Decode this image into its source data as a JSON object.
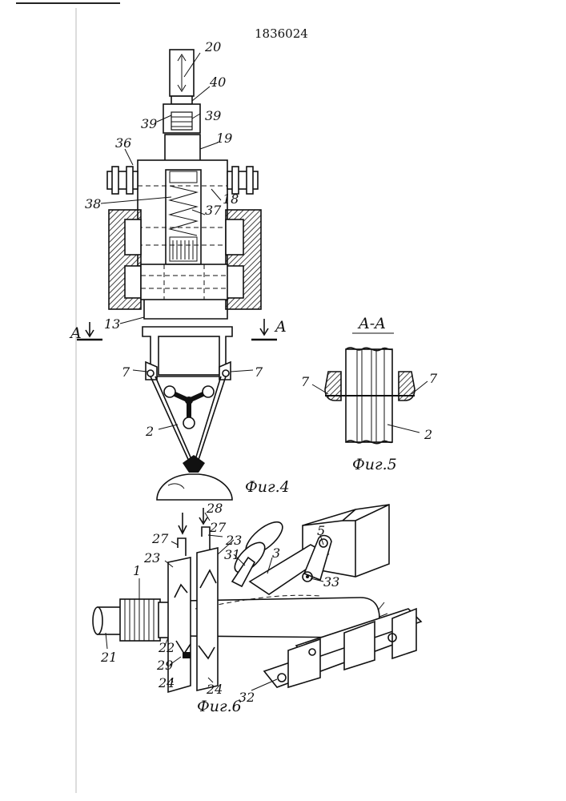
{
  "patent_number": "1836024",
  "fig4": {
    "caption": "Фиг.4",
    "labels": {
      "l20": "20",
      "l40": "40",
      "l39a": "39",
      "l39b": "39",
      "l19": "19",
      "l36": "36",
      "l18": "18",
      "l38": "38",
      "l37": "37",
      "l13": "13",
      "l7a": "7",
      "l7b": "7",
      "l2": "2"
    },
    "section_mark_left": "A",
    "section_mark_right": "A"
  },
  "fig5": {
    "caption": "Фиг.5",
    "section_title": "A-A",
    "labels": {
      "l7a": "7",
      "l7b": "7",
      "l2": "2"
    }
  },
  "fig6": {
    "caption": "Фиг.6",
    "labels": {
      "l28": "28",
      "l27a": "27",
      "l27b": "27",
      "l23a": "23",
      "l23b": "23",
      "l31": "31",
      "l3": "3",
      "l5": "5",
      "l33": "33",
      "l21": "21",
      "l22": "22",
      "l29": "29",
      "l24a": "24",
      "l24b": "24",
      "l32": "32"
    }
  }
}
